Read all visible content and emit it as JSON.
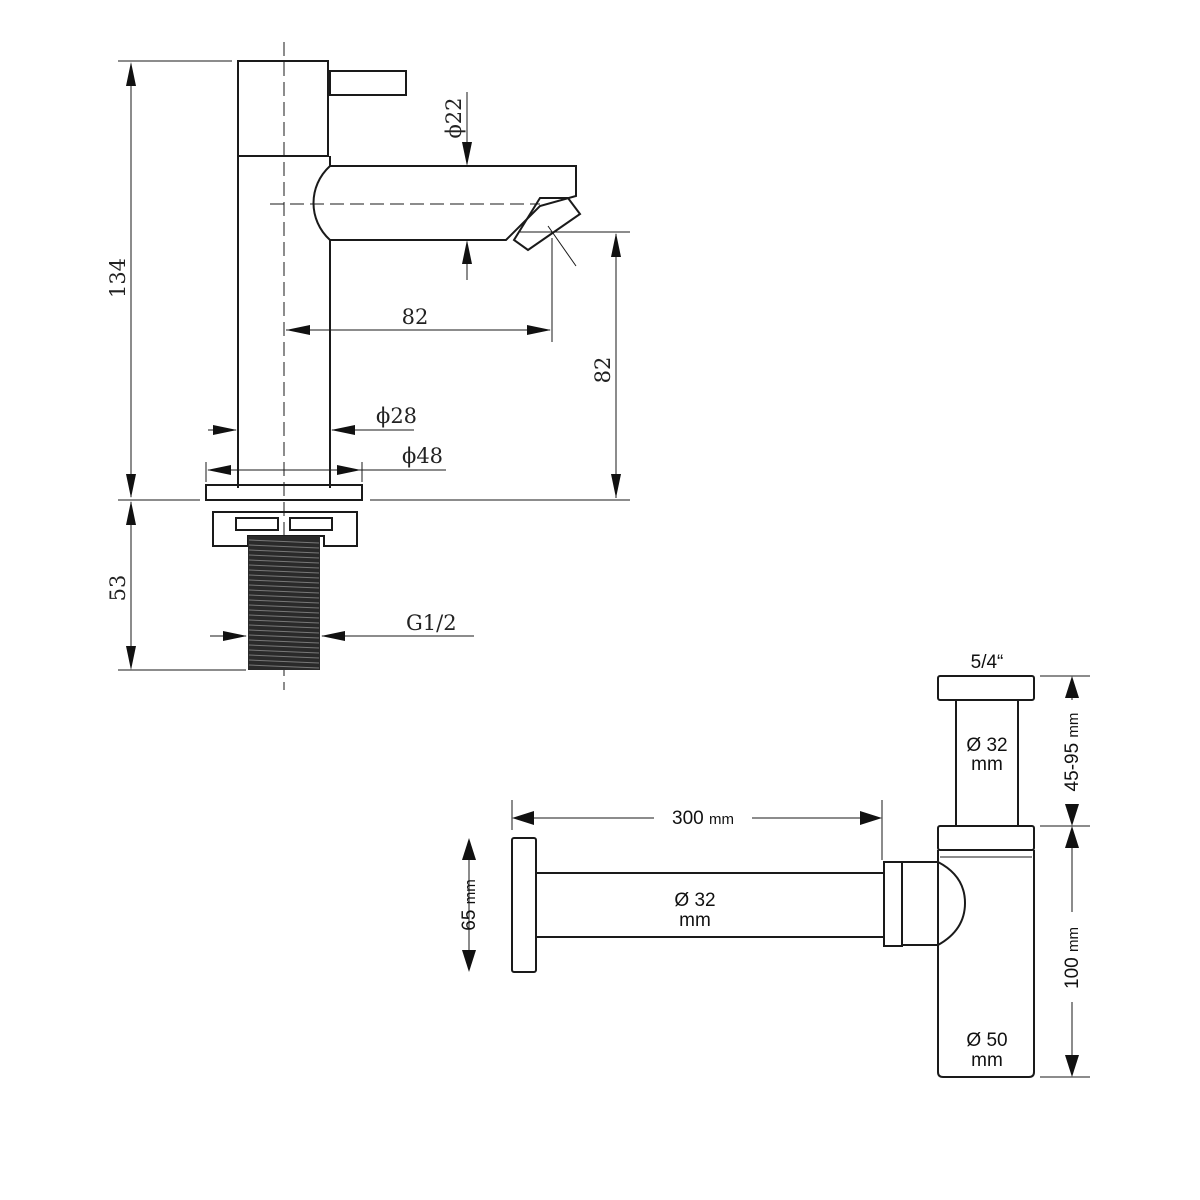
{
  "faucet": {
    "height_total": "134",
    "spout_reach": "82",
    "spout_height": "82",
    "spout_diameter": "ϕ22",
    "body_diameter": "ϕ28",
    "base_diameter": "ϕ48",
    "shank_length": "53",
    "thread": "G1/2"
  },
  "siphon": {
    "inlet_size": "5/4“",
    "tail_pipe_value": "Ø 32",
    "tail_pipe_unit": "mm",
    "tail_pipe_length_value": "45-95",
    "tail_pipe_length_unit": "mm",
    "arm_length_value": "300",
    "arm_length_unit": "mm",
    "arm_diameter_value": "Ø 32",
    "arm_diameter_unit": "mm",
    "rosette_height_value": "65",
    "rosette_height_unit": "mm",
    "body_height_value": "100",
    "body_height_unit": "mm",
    "body_diameter_value": "Ø 50",
    "body_diameter_unit": "mm"
  }
}
